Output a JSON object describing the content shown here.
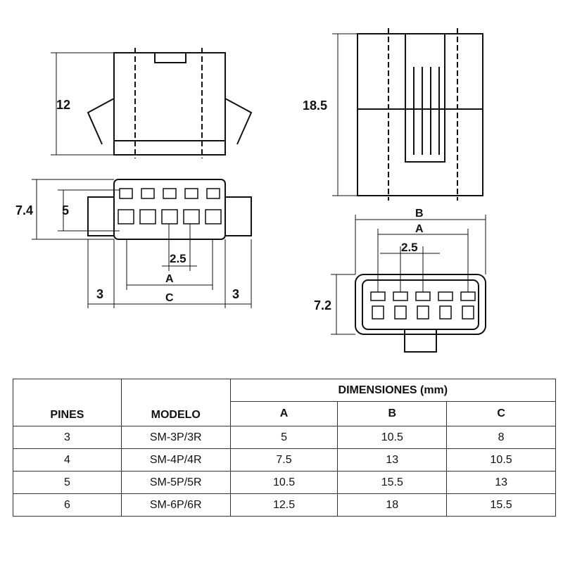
{
  "drawing": {
    "side_view": {
      "height_label": "12"
    },
    "front_view": {
      "outer_height_label": "7.4",
      "inner_height_label": "5",
      "pitch_label": "2.5",
      "a_label": "A",
      "c_label": "C",
      "left_margin_label": "3",
      "right_margin_label": "3"
    },
    "right_side_view": {
      "height_label": "18.5"
    },
    "end_view": {
      "b_label": "B",
      "a_label": "A",
      "pitch_label": "2.5",
      "height_label": "7.2"
    }
  },
  "table": {
    "headers": {
      "pins": "PINES",
      "model": "MODELO",
      "dimensions": "DIMENSIONES (mm)",
      "a": "A",
      "b": "B",
      "c": "C"
    },
    "rows": [
      {
        "pins": "3",
        "model": "SM-3P/3R",
        "a": "5",
        "b": "10.5",
        "c": "8"
      },
      {
        "pins": "4",
        "model": "SM-4P/4R",
        "a": "7.5",
        "b": "13",
        "c": "10.5"
      },
      {
        "pins": "5",
        "model": "SM-5P/5R",
        "a": "10.5",
        "b": "15.5",
        "c": "13"
      },
      {
        "pins": "6",
        "model": "SM-6P/6R",
        "a": "12.5",
        "b": "18",
        "c": "15.5"
      }
    ]
  }
}
